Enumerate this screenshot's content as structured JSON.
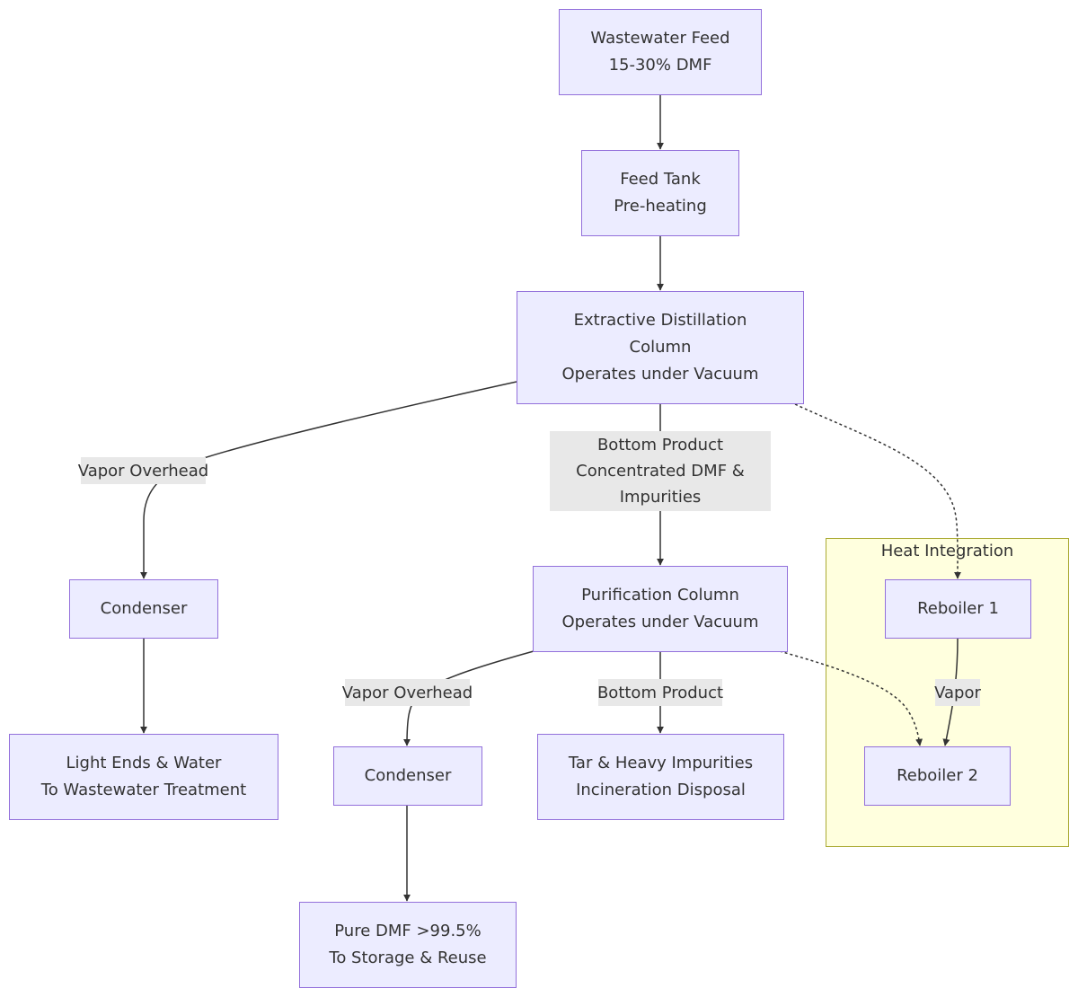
{
  "diagram": {
    "nodes": {
      "wastewater_feed": [
        "Wastewater Feed",
        "15-30% DMF"
      ],
      "feed_tank": [
        "Feed Tank",
        "Pre-heating"
      ],
      "extractive_column": [
        "Extractive Distillation",
        "Column",
        "Operates under Vacuum"
      ],
      "condenser_1": [
        "Condenser"
      ],
      "light_ends": [
        "Light Ends & Water",
        "To Wastewater Treatment"
      ],
      "purification_column": [
        "Purification Column",
        "Operates under Vacuum"
      ],
      "condenser_2": [
        "Condenser"
      ],
      "pure_dmf": [
        "Pure DMF >99.5%",
        "To Storage & Reuse"
      ],
      "tar_impurities": [
        "Tar & Heavy Impurities",
        "Incineration Disposal"
      ],
      "reboiler_1": [
        "Reboiler 1"
      ],
      "reboiler_2": [
        "Reboiler 2"
      ]
    },
    "edge_labels": {
      "vapor_overhead_1": [
        "Vapor Overhead"
      ],
      "bottom_product_1": [
        "Bottom Product",
        "Concentrated DMF &",
        "Impurities"
      ],
      "vapor_overhead_2": [
        "Vapor Overhead"
      ],
      "bottom_product_2": [
        "Bottom Product"
      ],
      "vapor": [
        "Vapor"
      ]
    },
    "cluster": {
      "title": "Heat Integration"
    },
    "edges": [
      {
        "from": "wastewater_feed",
        "to": "feed_tank",
        "style": "solid"
      },
      {
        "from": "feed_tank",
        "to": "extractive_column",
        "style": "solid"
      },
      {
        "from": "extractive_column",
        "to": "condenser_1",
        "label": "Vapor Overhead",
        "style": "solid"
      },
      {
        "from": "extractive_column",
        "to": "purification_column",
        "label": "Bottom Product Concentrated DMF & Impurities",
        "style": "solid"
      },
      {
        "from": "extractive_column",
        "to": "reboiler_1",
        "style": "dotted"
      },
      {
        "from": "condenser_1",
        "to": "light_ends",
        "style": "solid"
      },
      {
        "from": "purification_column",
        "to": "condenser_2",
        "label": "Vapor Overhead",
        "style": "solid"
      },
      {
        "from": "purification_column",
        "to": "tar_impurities",
        "label": "Bottom Product",
        "style": "solid"
      },
      {
        "from": "purification_column",
        "to": "reboiler_2",
        "style": "dotted"
      },
      {
        "from": "condenser_2",
        "to": "pure_dmf",
        "style": "solid"
      },
      {
        "from": "reboiler_1",
        "to": "reboiler_2",
        "label": "Vapor",
        "style": "solid"
      }
    ],
    "colors": {
      "node_fill": "#ECECFF",
      "node_border": "#9370DB",
      "edge": "#333333",
      "edge_label_bg": "#e8e8e8",
      "cluster_fill": "#ffffde",
      "cluster_border": "#aaaa33",
      "text": "#333333"
    }
  }
}
